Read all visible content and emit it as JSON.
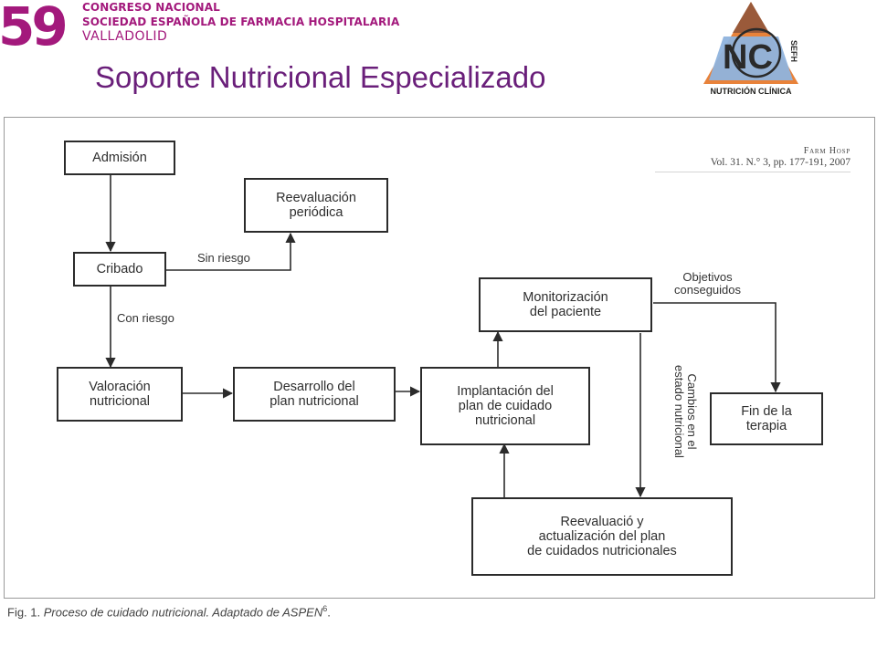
{
  "header": {
    "congress_number": "59",
    "congress_line1": "CONGRESO NACIONAL",
    "congress_line2": "SOCIEDAD ESPAÑOLA DE FARMACIA HOSPITALARIA",
    "city": "VALLADOLID",
    "title": "Soporte Nutricional Especializado"
  },
  "nc_logo": {
    "initials": "NC",
    "arc_text": "SEFH",
    "caption": "NUTRICIÓN CLÍNICA"
  },
  "citation": {
    "journal": "Farm Hosp",
    "reference": "Vol. 31. N.° 3, pp. 177-191, 2007"
  },
  "diagram": {
    "nodes": {
      "admision": "Admisión",
      "reevaluacion_periodica": "Reevaluación\nperiódica",
      "cribado": "Cribado",
      "valoracion": "Valoración\nnutricional",
      "desarrollo": "Desarrollo del\nplan nutricional",
      "implantacion": "Implantación del\nplan de cuidado\nnutricional",
      "monitorizacion": "Monitorización\ndel paciente",
      "fin_terapia": "Fin de la\nterapia",
      "reevaluacion_actualizacion": "Reevaluació y\nactualización del plan\nde cuidados nutricionales"
    },
    "edge_labels": {
      "sin_riesgo": "Sin riesgo",
      "con_riesgo": "Con riesgo",
      "objetivos": "Objetivos\nconseguidos",
      "cambios": "Cambios en el\nestado nutricional"
    }
  },
  "caption": {
    "prefix": "Fig. 1.",
    "title": "Proceso de cuidado nutricional. Adaptado de ASPEN",
    "superscript": "6",
    "suffix": "."
  },
  "colors": {
    "brand_magenta": "#a3197c",
    "title_purple": "#6a1f7a",
    "logo_blue": "#8fb3dd",
    "logo_orange": "#e8823a",
    "logo_brown": "#9a5a3a"
  }
}
